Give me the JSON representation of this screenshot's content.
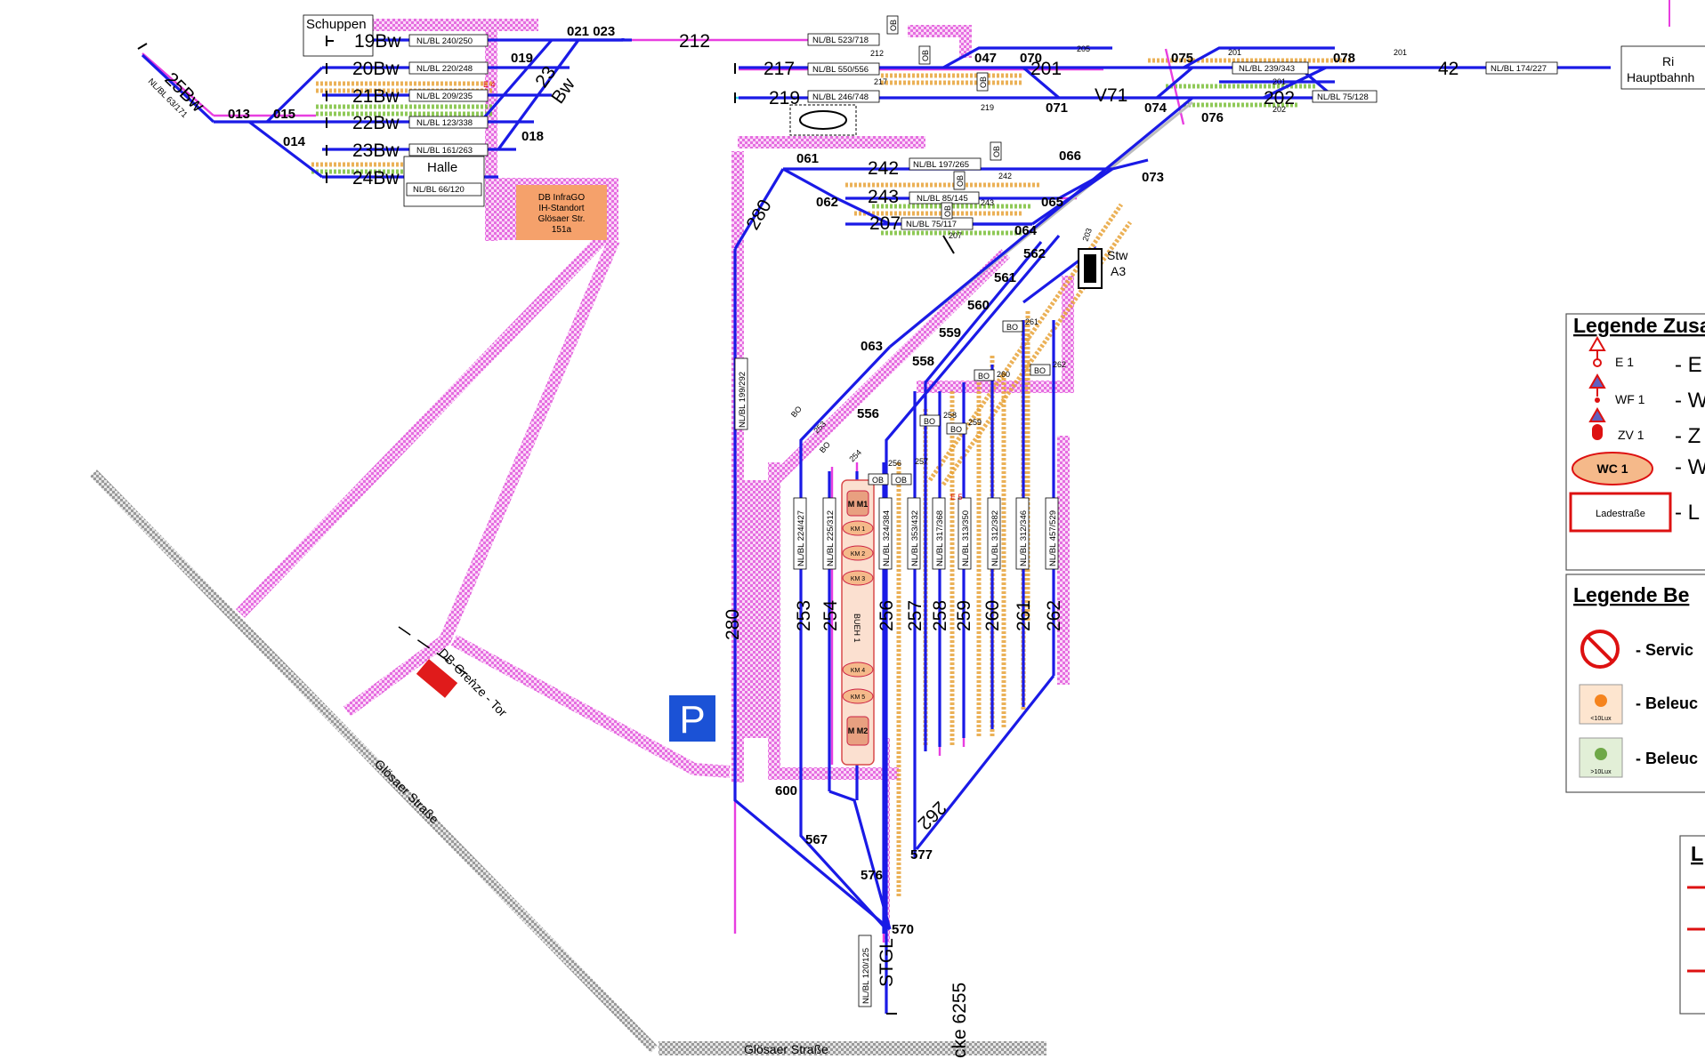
{
  "legend_additional": {
    "title": "Legende Zusat",
    "items": [
      {
        "code": "E 1",
        "text": "- E"
      },
      {
        "code": "WF 1",
        "text": "- W"
      },
      {
        "code": "ZV 1",
        "text": "- Z"
      },
      {
        "code": "WC 1",
        "text": "- W"
      },
      {
        "code": "Ladestraße",
        "text": "- L"
      }
    ]
  },
  "legend_lighting": {
    "title": "Legende Be",
    "items": [
      {
        "icon": "no-service-icon",
        "text": "- Servic",
        "sub": ""
      },
      {
        "icon": "orange-lamp-icon",
        "text": "- Beleuc",
        "sub": "<10Lux"
      },
      {
        "icon": "green-lamp-icon",
        "text": "- Beleuc",
        "sub": ">10Lux"
      }
    ]
  },
  "legend_lines": {
    "title": "L"
  },
  "boxes": {
    "schuppen": "Schuppen",
    "halle": "Halle",
    "ri": "Ri",
    "hauptbahnhof": "Hauptbahnh",
    "stw": "Stw",
    "stw2": "A3",
    "dbinfra": [
      "DB InfraGO",
      "IH-Standort",
      "Glösaer Str.",
      "151a"
    ],
    "parking": "P"
  },
  "streets": {
    "diag": "Glösaer Straße",
    "bottom": "Glösaer Straße",
    "border": "DB-Grenze - Tor",
    "brucke": "cke 6255"
  },
  "track_names": {
    "t19": "19Bw",
    "t20": "20Bw",
    "t21": "21Bw",
    "t22": "22Bw",
    "t23": "23Bw",
    "t24": "24Bw",
    "t25": "25Bw",
    "t23b": "23",
    "bw": "Bw",
    "t212": "212",
    "t217": "217",
    "t219": "219",
    "t201": "201",
    "tv71": "V71",
    "t202": "202",
    "t42": "42",
    "t242": "242",
    "t243": "243",
    "t207": "207",
    "t280": "280",
    "t280b": "280",
    "t253": "253",
    "t254": "254",
    "t256": "256",
    "t257": "257",
    "t258": "258",
    "t259": "259",
    "t260": "260",
    "t261": "261",
    "t262": "262",
    "t262b": "262",
    "stgl": "STGL"
  },
  "switches": {
    "s013": "013",
    "s015": "015",
    "s014": "014",
    "s019": "019",
    "s018": "018",
    "s021": "021 023",
    "s047": "047",
    "s070": "070",
    "s071": "071",
    "s074": "074",
    "s075": "075",
    "s076": "076",
    "s078": "078",
    "s061": "061",
    "s062": "062",
    "s066": "066",
    "s065": "065",
    "s064": "064",
    "s073": "073",
    "s562": "562",
    "s561": "561",
    "s560": "560",
    "s559": "559",
    "s558": "558",
    "s063": "063",
    "s556": "556",
    "s600": "600",
    "s567": "567",
    "s576": "576",
    "s577": "577",
    "s570": "570"
  },
  "lengths": {
    "l19": "NL/BL 240/250",
    "l20": "NL/BL 220/248",
    "l21": "NL/BL 209/235",
    "l22": "NL/BL 123/338",
    "l23": "NL/BL 161/263",
    "l24": "NL/BL 66/120",
    "l25": "NL/BL 63/171",
    "l212": "NL/BL 523/718",
    "l217": "NL/BL 550/556",
    "l219": "NL/BL 246/748",
    "l201": "NL/BL 239/343",
    "l202": "NL/BL 75/128",
    "l42": "NL/BL 174/227",
    "l242": "NL/BL 197/265",
    "l243": "NL/BL 85/145",
    "l207": "NL/BL 75/117",
    "l280": "NL/BL 199/292",
    "l253": "NL/BL 224/427",
    "l254": "NL/BL 225/312",
    "l256": "NL/BL 324/384",
    "l257": "NL/BL 353/432",
    "l258": "NL/BL 317/368",
    "l259": "NL/BL 313/350",
    "l260": "NL/BL 312/382",
    "l261": "NL/BL 312/346",
    "l262": "NL/BL 457/529",
    "lstgl": "NL/BL 120/125"
  },
  "signals": {
    "ob": "OB",
    "bo": "BO",
    "g212": "212",
    "g217": "217",
    "g219": "219",
    "g205": "205",
    "g201a": "201",
    "g201b": "201",
    "g201c": "201",
    "g202": "202",
    "g242": "242",
    "g243": "243",
    "g207": "207",
    "g261": "261",
    "g262": "262",
    "g260": "260",
    "g258": "258",
    "g259": "259",
    "g256": "256",
    "g257": "257",
    "g253": "253",
    "g254": "254",
    "g203": "203",
    "e4": "E 4",
    "e5": "E 5"
  },
  "platform": {
    "mm1": "M M1",
    "km1": "KM 1",
    "km2": "KM 2",
    "km3": "KM 3",
    "bueh": "BUEH 1",
    "km4": "KM 4",
    "km5": "KM 5",
    "mm2": "M M2"
  },
  "colors": {
    "track": "#1a1ae6",
    "catenary": "#e83ee0",
    "footpath": "#f2a6ee",
    "lighting_orange": "#e8a33a",
    "lighting_green": "#7bbf3a",
    "cyan": "#33d6ee",
    "dbinfra_fill": "#f5a16b",
    "parking": "#1b52d6",
    "gate": "#e01b1b"
  }
}
